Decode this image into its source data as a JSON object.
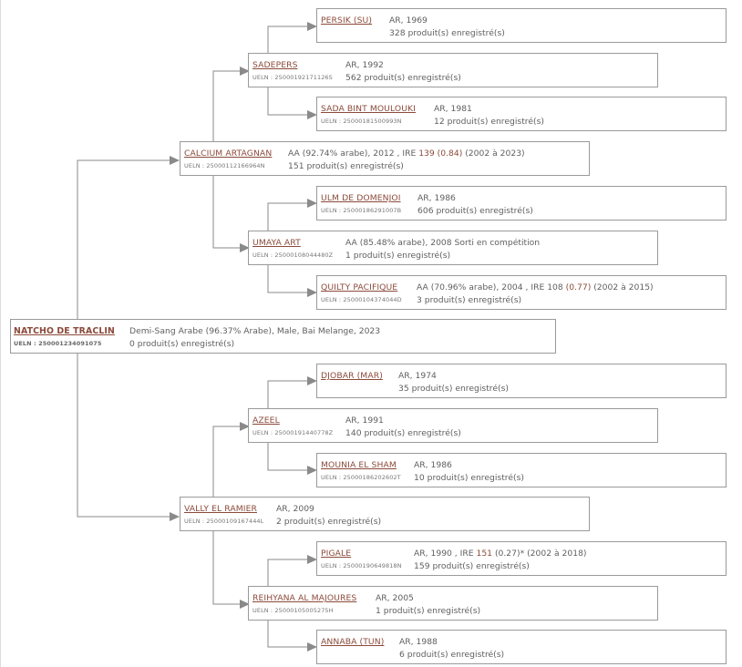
{
  "horses": {
    "subject": {
      "name": "NATCHO DE TRACLIN",
      "ueln": "UELN : 250001234091075",
      "info": "Demi-Sang Arabe (96.37% Arabe), Male, Bai Melange, 2023",
      "count": "0 produit(s) enregistré(s)"
    },
    "sire": {
      "name": "CALCIUM ARTAGNAN",
      "ueln": "UELN : 25000112166964N",
      "info_pre": "AA (92.74% arabe), 2012 , IRE ",
      "info_hl": "139 (0.84)",
      "info_post": " (2002 à 2023)",
      "count": "151 produit(s) enregistré(s)"
    },
    "dam": {
      "name": "VALLY EL RAMIER",
      "ueln": "UELN : 25000109167444L",
      "info": "AR, 2009",
      "count": "2 produit(s) enregistré(s)"
    },
    "sire_sire": {
      "name": "SADEPERS",
      "ueln": "UELN : 25000192171126S",
      "info": "AR, 1992",
      "count": "562 produit(s) enregistré(s)"
    },
    "sire_dam": {
      "name": "UMAYA ART",
      "ueln": "UELN : 25000108044480Z",
      "info": "AA (85.48% arabe), 2008 Sorti en compétition",
      "count": "1 produit(s) enregistré(s)"
    },
    "dam_sire": {
      "name": "AZEEL",
      "ueln": "UELN : 25000191440778Z",
      "info": "AR, 1991",
      "count": "140 produit(s) enregistré(s)"
    },
    "dam_dam": {
      "name": "REIHYANA AL MAJOURES",
      "ueln": "UELN : 25000105005275H",
      "info": "AR, 2005",
      "count": "1 produit(s) enregistré(s)"
    },
    "ss_sire": {
      "name": "PERSIK (SU)",
      "info": "AR, 1969",
      "count": "328 produit(s) enregistré(s)"
    },
    "ss_dam": {
      "name": "SADA BINT MOULOUKI",
      "ueln": "UELN : 25000181500993N",
      "info": "AR, 1981",
      "count": "12 produit(s) enregistré(s)"
    },
    "sd_sire": {
      "name": "ULM DE DOMENJOI",
      "ueln": "UELN : 25000186291007B",
      "info": "AR, 1986",
      "count": "606 produit(s) enregistré(s)"
    },
    "sd_dam": {
      "name": "QUILTY PACIFIQUE",
      "ueln": "UELN : 25000104374044D",
      "info_pre": "AA (70.96% arabe), 2004 , IRE 108 ",
      "info_hl": "(0.77)",
      "info_post": " (2002 à 2015)",
      "count": "3 produit(s) enregistré(s)"
    },
    "ds_sire": {
      "name": "DJOBAR (MAR)",
      "info": "AR, 1974",
      "count": "35 produit(s) enregistré(s)"
    },
    "ds_dam": {
      "name": "MOUNIA EL SHAM",
      "ueln": "UELN : 25000186202602T",
      "info": "AR, 1986",
      "count": "10 produit(s) enregistré(s)"
    },
    "dd_sire": {
      "name": "PIGALE",
      "ueln": "UELN : 25000190649818N",
      "info_pre": "AR, 1990 , IRE ",
      "info_hl": "151",
      "info_post": " (0.27)* (2002 à 2018)",
      "count": "159 produit(s) enregistré(s)"
    },
    "dd_dam": {
      "name": "ANNABA (TUN)",
      "info": "AR, 1988",
      "count": "6 produit(s) enregistré(s)"
    }
  },
  "colors": {
    "link": "#8b4a3a",
    "text": "#5f5f5f",
    "border": "#9a9a9a",
    "connector": "#8a8a8a"
  }
}
